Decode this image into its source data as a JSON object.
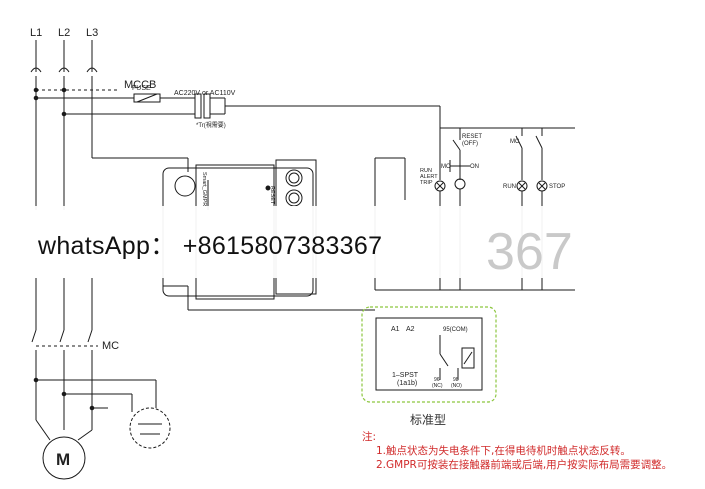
{
  "phases": [
    "L1",
    "L2",
    "L3"
  ],
  "labels": {
    "mccb": "MCCB",
    "fuse": "FUSE",
    "ac_supply": "AC220V or AC110V",
    "transformer_note": "*Tr(視需要)",
    "reset": "RESET",
    "reset_sub": "(OFF)",
    "mc_small": "MC",
    "on": "ON",
    "run_alert_trip_1": "RUN",
    "run_alert_trip_2": "ALERT",
    "run_alert_trip_3": "TRIP",
    "run_lamp": "RUN",
    "stop_lamp": "STOP",
    "mc_coil": "MC",
    "mc_contacts": "MC",
    "reset_device": "RESET",
    "device_model": "Smart_GMPR",
    "motor": "M"
  },
  "contact_box": {
    "a1": "A1",
    "a2": "A2",
    "com": "95(COM)",
    "spst": "1–SPST",
    "spst_sub": "(1a1b)",
    "nc_pin": "96",
    "nc": "(NC)",
    "no_pin": "98",
    "no": "(NO)",
    "title": "标准型"
  },
  "banner": {
    "text": "whatsApp： +8615807383367",
    "ghost": "367"
  },
  "notes": {
    "heading": "注:",
    "line1": "1.触点状态为失电条件下,在得电待机时触点状态反转。",
    "line2": "2.GMPR可按装在接触器前端或后端,用户按实际布局需要调整。"
  },
  "colors": {
    "line": "#1a1a1a",
    "dashed_box": "#8cc63f",
    "note_red": "#d12b2b"
  }
}
